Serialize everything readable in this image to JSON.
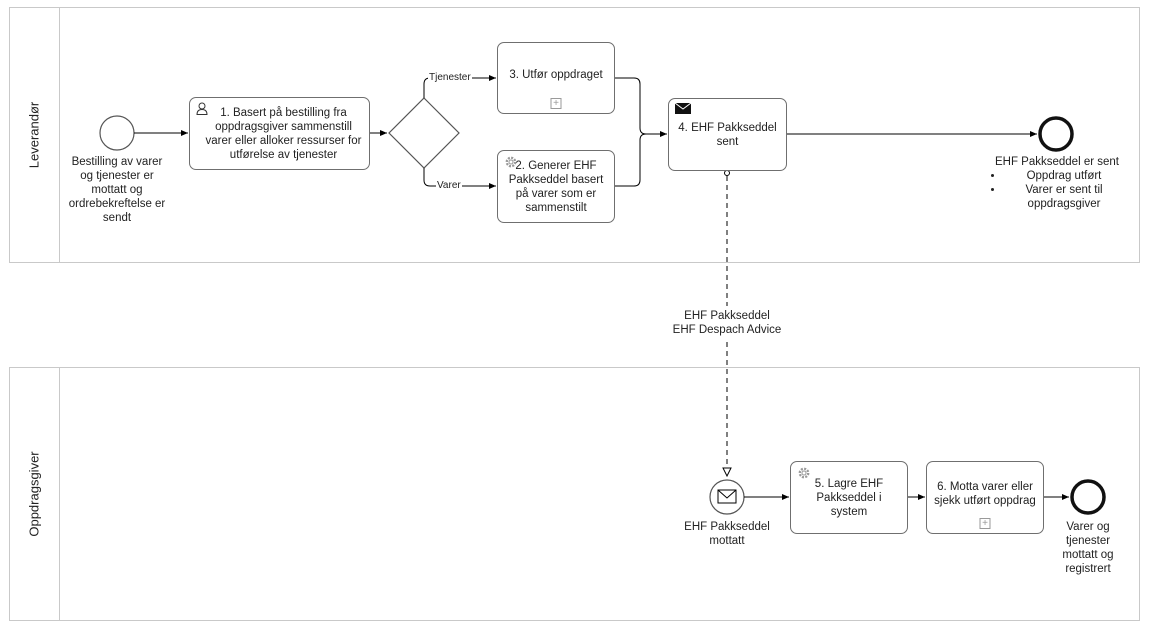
{
  "pools": {
    "leverandor": "Leverandør",
    "oppdragsgiver": "Oppdragsgiver"
  },
  "events": {
    "start": "Bestilling av varer og tjenester er mottatt og ordrebekreftelse er sendt",
    "end_leverandor_title": "EHF Pakkseddel er sent",
    "end_leverandor_items": [
      "Oppdrag utført",
      "Varer er sent til oppdragsgiver"
    ],
    "message_received": "EHF Pakkseddel mottatt",
    "end_oppdragsgiver": "Varer og tjenester mottatt og registrert"
  },
  "tasks": {
    "t1": "1. Basert på bestilling fra oppdragsgiver sammenstill varer eller alloker ressurser for utførelse av tjenester",
    "t2": "2. Generer EHF Pakkseddel basert på varer som er sammenstilt",
    "t3": "3. Utfør oppdraget",
    "t4": "4. EHF Pakkseddel sent",
    "t5": "5. Lagre EHF Pakkseddel i system",
    "t6": "6. Motta varer eller sjekk utført oppdrag"
  },
  "flows": {
    "tjenester": "Tjenester",
    "varer": "Varer"
  },
  "message_flow": {
    "line1": "EHF Pakkseddel",
    "line2": "EHF Despach Advice"
  },
  "icons": {
    "user_task": "user-icon",
    "service_task": "gear-icon",
    "send_task": "envelope-filled-icon",
    "message_event": "envelope-icon",
    "subprocess": "plus-box-icon"
  }
}
